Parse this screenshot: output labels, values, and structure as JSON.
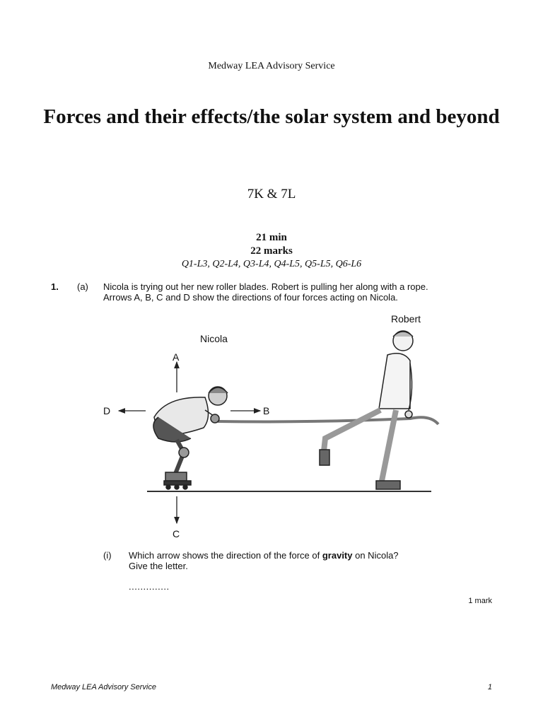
{
  "header": {
    "org": "Medway LEA Advisory Service"
  },
  "title": "Forces and their effects/the solar system and beyond",
  "unit_code": "7K & 7L",
  "time": "21 min",
  "marks": "22 marks",
  "levels": "Q1-L3, Q2-L4, Q3-L4, Q4-L5, Q5-L5, Q6-L6",
  "question": {
    "number": "1.",
    "part": "(a)",
    "text_line1": "Nicola is trying out her new roller blades.  Robert is pulling her along with a rope.",
    "text_line2": "Arrows A, B, C and D show the directions of four forces acting on Nicola."
  },
  "diagram": {
    "label_nicola": "Nicola",
    "label_robert": "Robert",
    "arrow_a": "A",
    "arrow_b": "B",
    "arrow_c": "C",
    "arrow_d": "D"
  },
  "subquestion": {
    "number": "(i)",
    "text_before": "Which arrow shows the direction of the force of ",
    "text_bold": "gravity",
    "text_after": " on Nicola?",
    "text_line2": "Give the letter.",
    "answer_line": "..............",
    "mark": "1 mark"
  },
  "footer": {
    "left": "Medway LEA Advisory Service",
    "right": "1"
  }
}
